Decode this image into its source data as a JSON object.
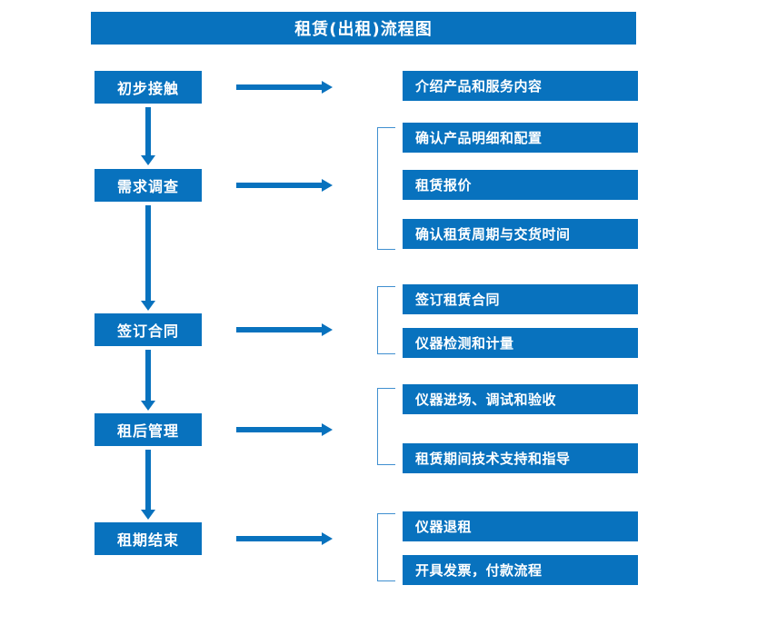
{
  "diagram": {
    "title": "租赁(出租)流程图",
    "colors": {
      "accent": "#0872be",
      "bracket": "#3f8fd0",
      "text_on_accent": "#ffffff",
      "background": "#ffffff"
    },
    "stages": [
      {
        "label": "初步接触"
      },
      {
        "label": "需求调查"
      },
      {
        "label": "签订合同"
      },
      {
        "label": "租后管理"
      },
      {
        "label": "租期结束"
      }
    ],
    "details": [
      {
        "label": "介绍产品和服务内容"
      },
      {
        "label": "确认产品明细和配置"
      },
      {
        "label": "租赁报价"
      },
      {
        "label": "确认租赁周期与交货时间"
      },
      {
        "label": "签订租赁合同"
      },
      {
        "label": "仪器检测和计量"
      },
      {
        "label": "仪器进场、调试和验收"
      },
      {
        "label": "租赁期间技术支持和指导"
      },
      {
        "label": "仪器退租"
      },
      {
        "label": "开具发票，付款流程"
      }
    ],
    "flow": {
      "stage_to_detail_arrow": "right-arrow",
      "stage_to_stage_arrow": "down-arrow",
      "group_marker": "bracket"
    }
  }
}
